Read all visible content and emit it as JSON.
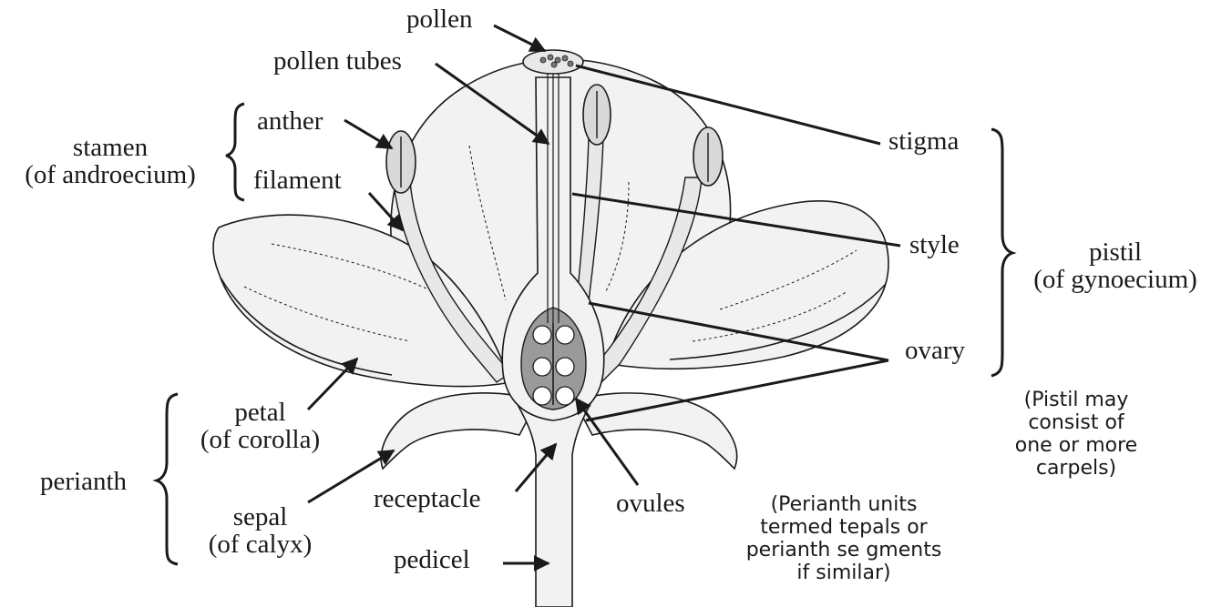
{
  "labels": {
    "pollen": "pollen",
    "pollen_tubes": "pollen tubes",
    "anther": "anther",
    "filament": "filament",
    "stamen": "stamen",
    "stamen_sub": "(of androecium)",
    "stigma": "stigma",
    "style": "style",
    "ovary": "ovary",
    "pistil": "pistil",
    "pistil_sub": "(of gynoecium)",
    "petal": "petal",
    "petal_sub": "(of corolla)",
    "perianth": "perianth",
    "sepal": "sepal",
    "sepal_sub": "(of calyx)",
    "receptacle": "receptacle",
    "ovules": "ovules",
    "pedicel": "pedicel"
  },
  "notes": {
    "pistil_note": [
      "(Pistil may",
      "consist of",
      "one or more",
      "carpels)"
    ],
    "perianth_note": [
      "(Perianth units",
      "termed  tepals or",
      "perianth se gments",
      "if similar)"
    ]
  },
  "colors": {
    "line": "#1a1a1a",
    "fill_light": "#f2f2f2",
    "fill_anther": "#d9d9d9",
    "fill_ovary": "#9a9a9a"
  }
}
